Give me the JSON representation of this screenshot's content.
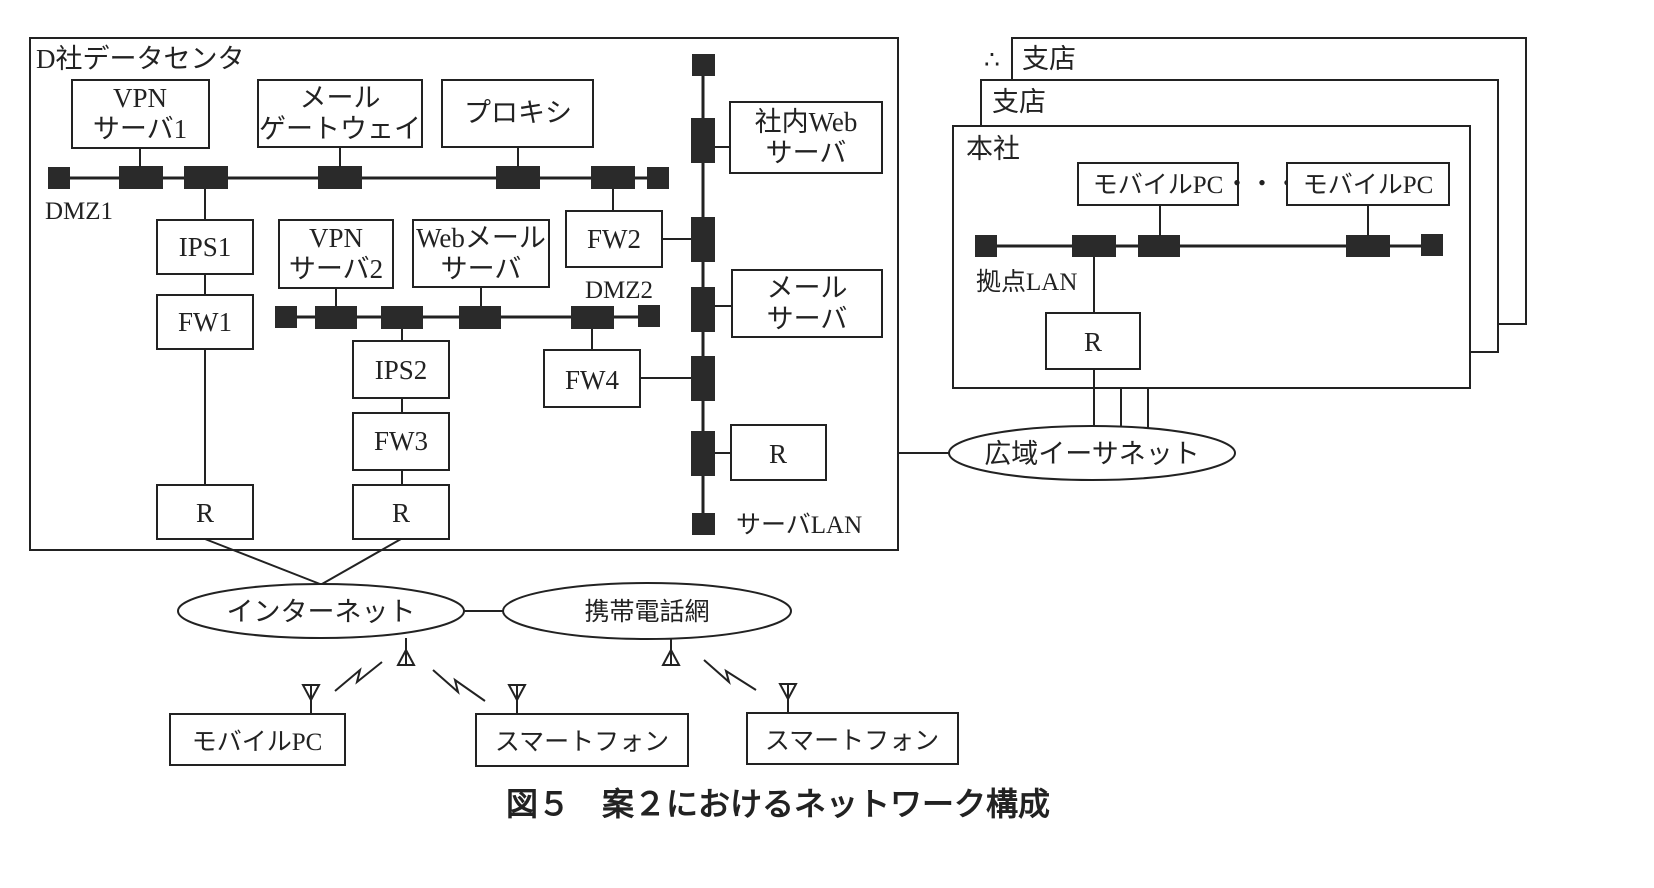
{
  "caption": "図５　案２におけるネットワーク構成",
  "datacenter": {
    "title": "D社データセンタ",
    "dmz1_label": "DMZ1",
    "dmz2_label": "DMZ2",
    "server_lan_label": "サーバLAN",
    "nodes": {
      "vpn1_l1": "VPN",
      "vpn1_l2": "サーバ1",
      "mailgw_l1": "メール",
      "mailgw_l2": "ゲートウェイ",
      "proxy": "プロキシ",
      "ips1": "IPS1",
      "fw1": "FW1",
      "vpn2_l1": "VPN",
      "vpn2_l2": "サーバ2",
      "webmail_l1": "Webメール",
      "webmail_l2": "サーバ",
      "fw2": "FW2",
      "ips2": "IPS2",
      "fw3": "FW3",
      "fw4": "FW4",
      "router1": "R",
      "router2": "R",
      "intraweb_l1": "社内Web",
      "intraweb_l2": "サーバ",
      "mailsrv_l1": "メール",
      "mailsrv_l2": "サーバ",
      "router_lan": "R"
    }
  },
  "sites": {
    "branch_back": "支店",
    "branch_back_ellipsis": "∴",
    "branch_mid": "支店",
    "hq": "本社",
    "mobile_pc_1": "モバイルPC",
    "mobile_pc_2": "モバイルPC",
    "dots": "・・・",
    "base_lan_label": "拠点LAN",
    "router": "R"
  },
  "networks": {
    "wan": "広域イーサネット",
    "internet": "インターネット",
    "mobile": "携帯電話網"
  },
  "devices": {
    "mobile_pc": "モバイルPC",
    "smartphone_1": "スマートフォン",
    "smartphone_2": "スマートフォン"
  }
}
